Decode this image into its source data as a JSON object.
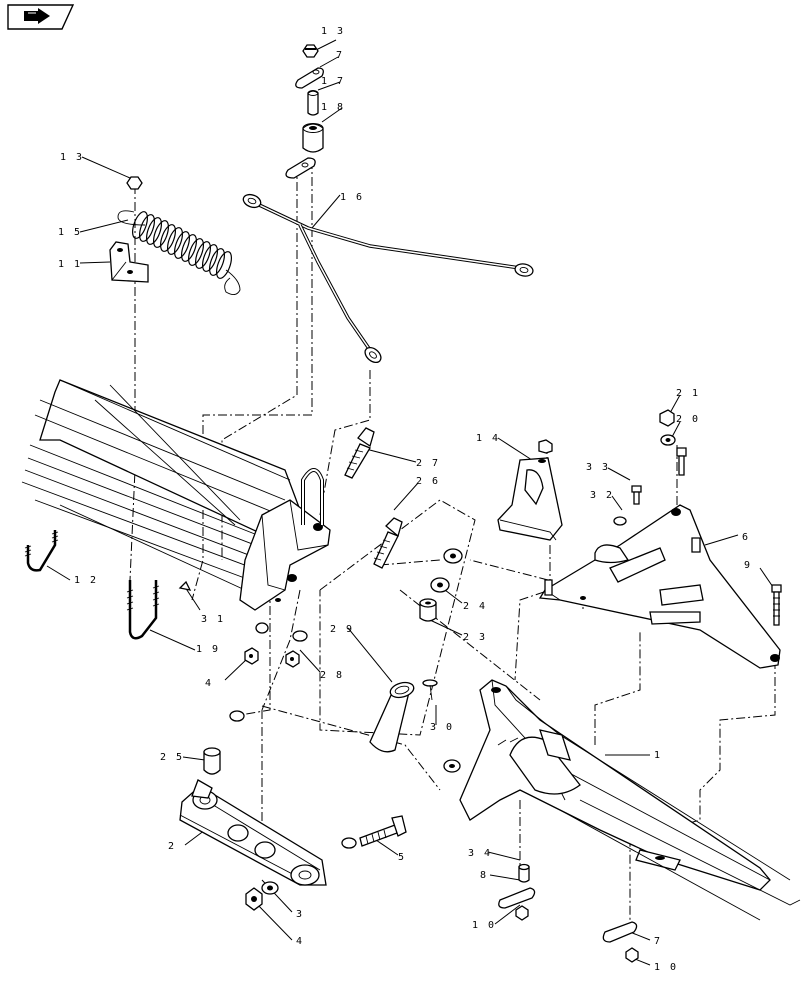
{
  "nav": {
    "icon": "arrow-right-icon"
  },
  "callouts": [
    {
      "id": "c13a",
      "label": "1 3"
    },
    {
      "id": "c7a",
      "label": "7"
    },
    {
      "id": "c17",
      "label": "1 7"
    },
    {
      "id": "c18",
      "label": "1 8"
    },
    {
      "id": "c13b",
      "label": "1 3"
    },
    {
      "id": "c16",
      "label": "1 6"
    },
    {
      "id": "c15",
      "label": "1 5"
    },
    {
      "id": "c11",
      "label": "1 1"
    },
    {
      "id": "c21",
      "label": "2 1"
    },
    {
      "id": "c20",
      "label": "2 0"
    },
    {
      "id": "c14",
      "label": "1 4"
    },
    {
      "id": "c27",
      "label": "2 7"
    },
    {
      "id": "c26",
      "label": "2 6"
    },
    {
      "id": "c33",
      "label": "3 3"
    },
    {
      "id": "c32",
      "label": "3 2"
    },
    {
      "id": "c6",
      "label": "6"
    },
    {
      "id": "c9",
      "label": "9"
    },
    {
      "id": "c12",
      "label": "1 2"
    },
    {
      "id": "c31",
      "label": "3 1"
    },
    {
      "id": "c19",
      "label": "1 9"
    },
    {
      "id": "c24",
      "label": "2 4"
    },
    {
      "id": "c23",
      "label": "2 3"
    },
    {
      "id": "c29",
      "label": "2 9"
    },
    {
      "id": "c28",
      "label": "2 8"
    },
    {
      "id": "c4a",
      "label": "4"
    },
    {
      "id": "c30",
      "label": "3 0"
    },
    {
      "id": "c1",
      "label": "1"
    },
    {
      "id": "c25",
      "label": "2 5"
    },
    {
      "id": "c2",
      "label": "2"
    },
    {
      "id": "c5",
      "label": "5"
    },
    {
      "id": "c34",
      "label": "3 4"
    },
    {
      "id": "c8",
      "label": "8"
    },
    {
      "id": "c3",
      "label": "3"
    },
    {
      "id": "c4b",
      "label": "4"
    },
    {
      "id": "c10a",
      "label": "1 0"
    },
    {
      "id": "c7b",
      "label": "7"
    },
    {
      "id": "c10b",
      "label": "1 0"
    }
  ]
}
